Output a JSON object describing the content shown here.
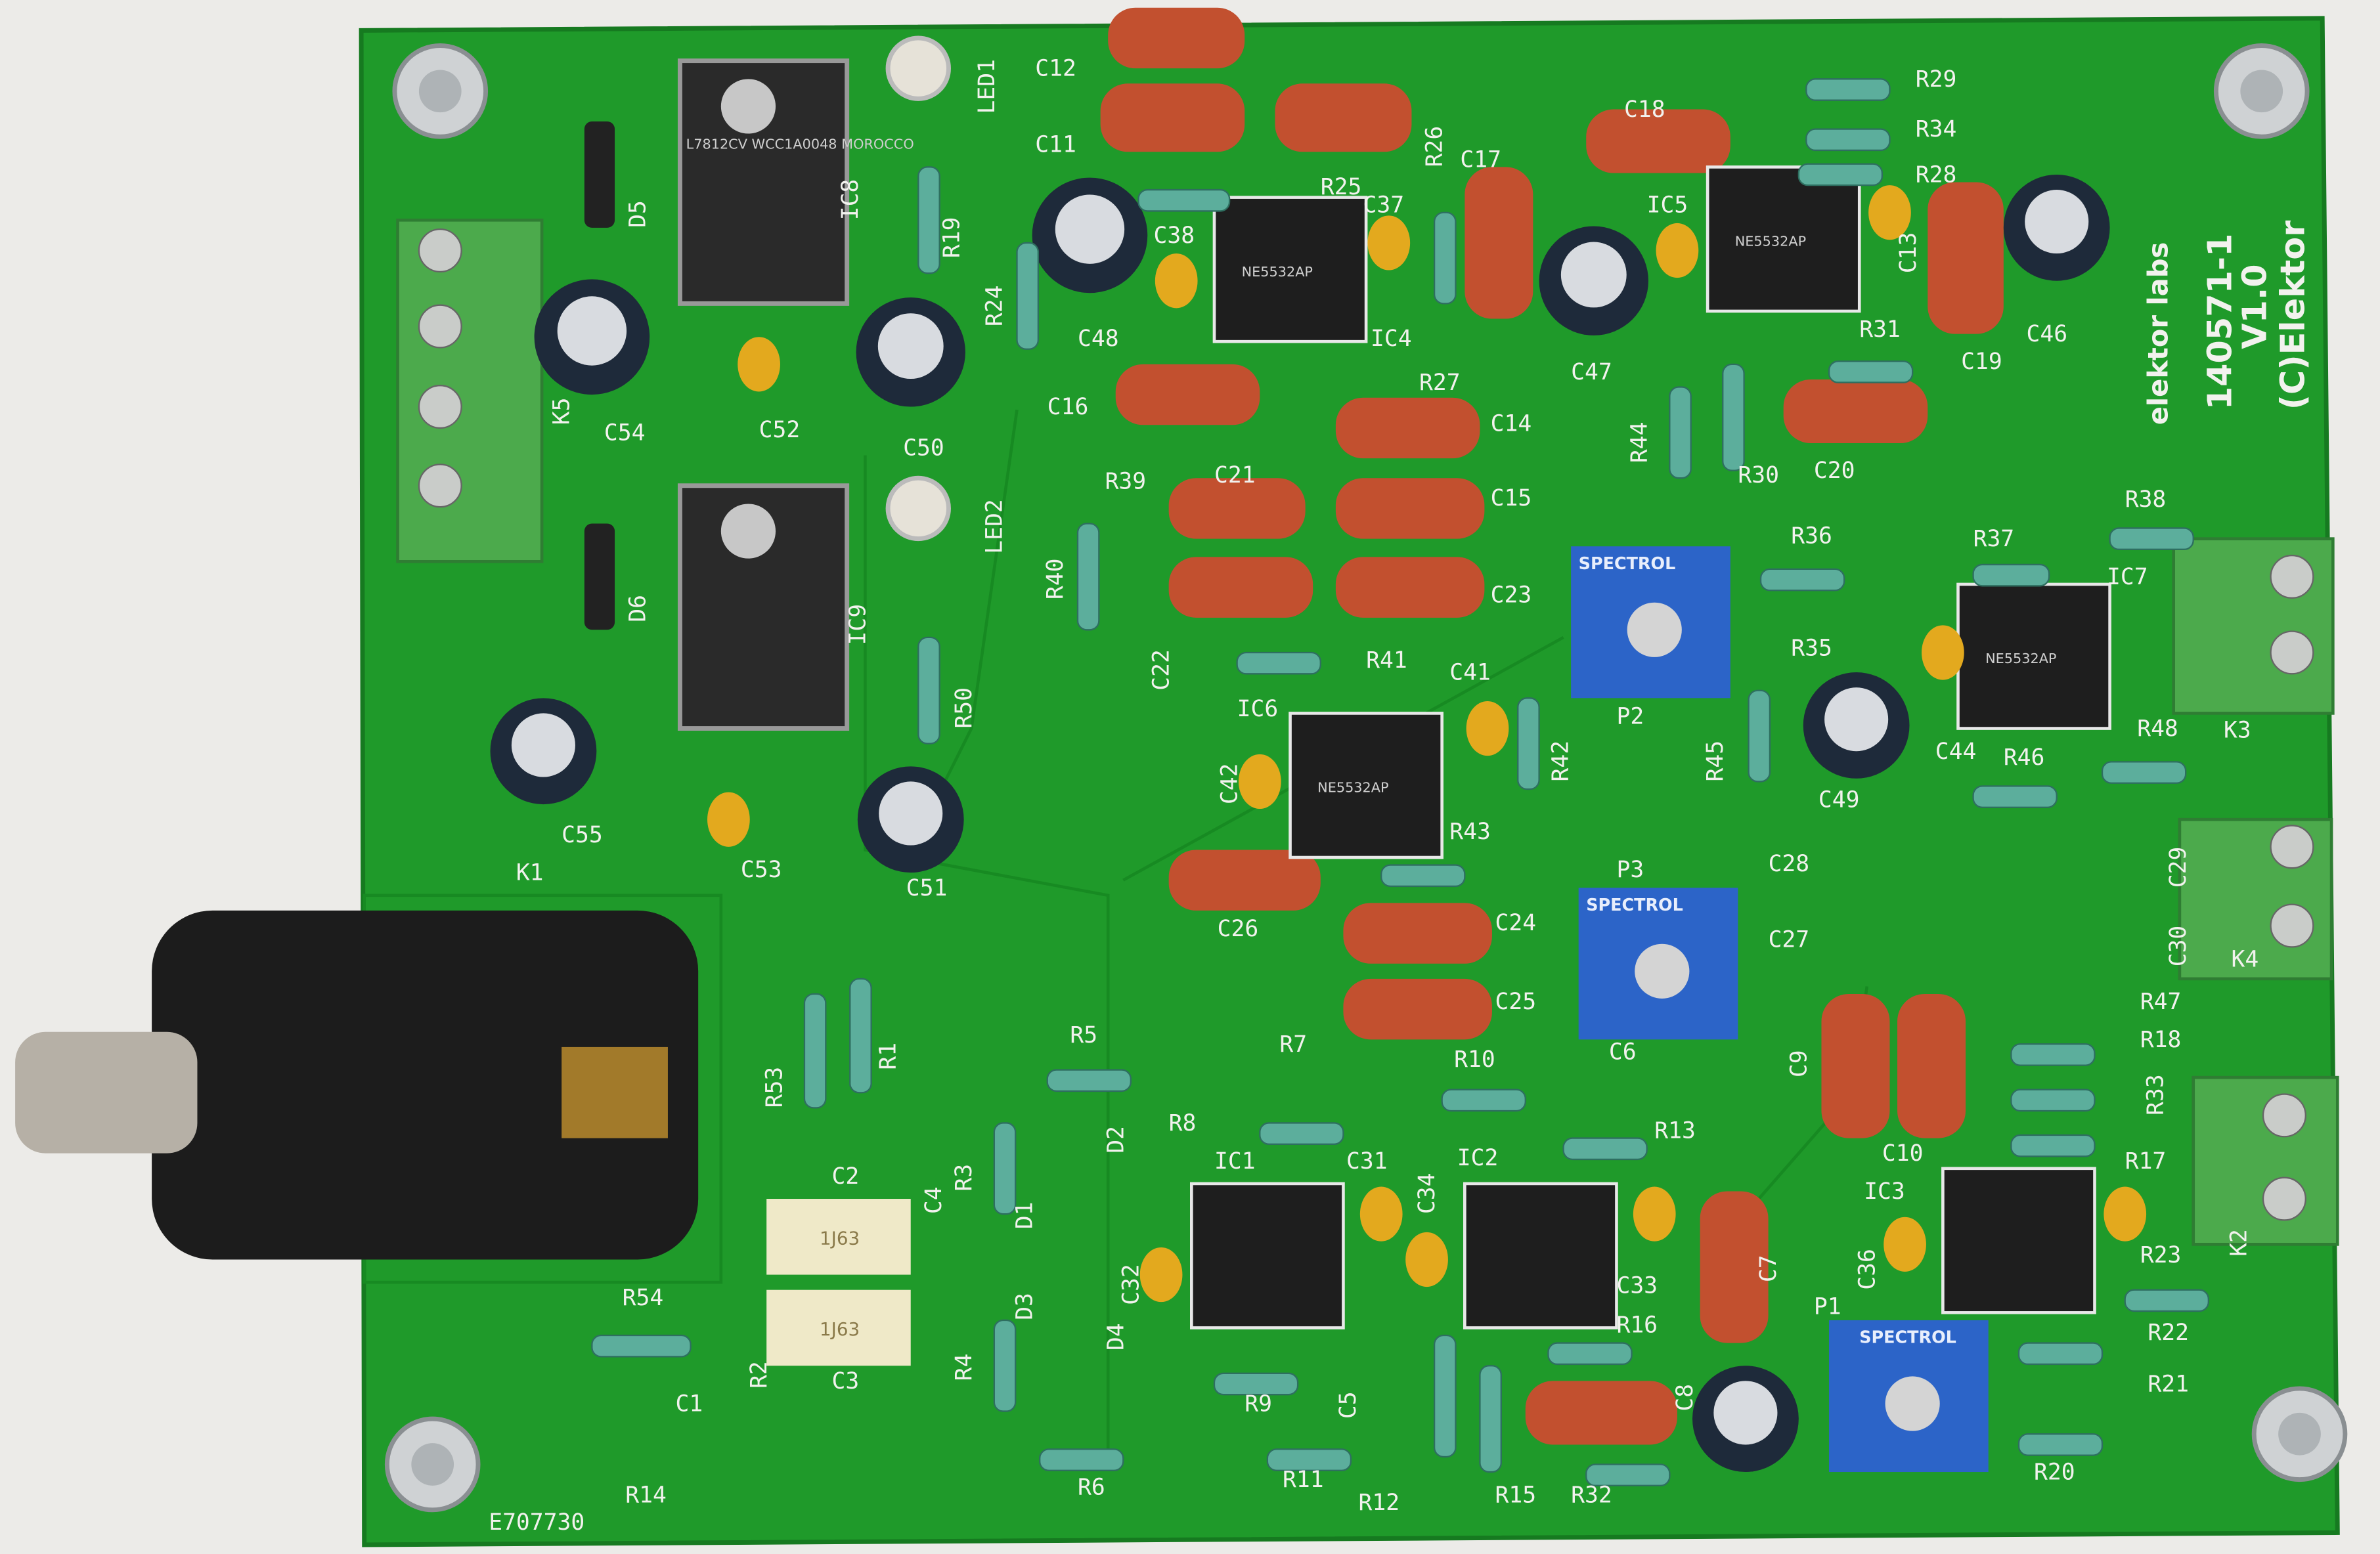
{
  "board": {
    "part_number": "140571-1",
    "version": "V1.0",
    "copyright": "(C)Elektor",
    "logo": "elektor labs",
    "serial": "E707730",
    "colors": {
      "pcb": "#1f9a2a",
      "silkscreen": "#f2f2ee",
      "film_cap": "#c2502f",
      "trimmer": "#2c64c8",
      "terminal": "#4caa4c",
      "background": "#ecebe8"
    }
  },
  "chips": {
    "ic8": "L7812CV WCC1A0048 MOROCCO",
    "opamp": "NE5532AP",
    "trimmer_brand": "SPECTROL",
    "film_cap_value": "1J63"
  },
  "labels": [
    "C12",
    "C11",
    "LED1",
    "IC8",
    "D5",
    "R19",
    "R24",
    "C48",
    "C38",
    "R25",
    "C37",
    "R26",
    "C17",
    "IC4",
    "C16",
    "R27",
    "C14",
    "C15",
    "C21",
    "R39",
    "R40",
    "C22",
    "R41",
    "C23",
    "K5",
    "C54",
    "C52",
    "C50",
    "LED2",
    "D6",
    "IC9",
    "R50",
    "C55",
    "C53",
    "C51",
    "K1",
    "IC6",
    "C41",
    "C42",
    "R42",
    "R43",
    "C26",
    "C24",
    "C25",
    "R53",
    "R1",
    "C2",
    "C3",
    "R2",
    "R54",
    "C1",
    "R14",
    "R3",
    "R4",
    "C4",
    "D1",
    "D2",
    "D3",
    "D4",
    "C32",
    "R5",
    "R6",
    "R7",
    "R8",
    "IC1",
    "C31",
    "R9",
    "C5",
    "R11",
    "R12",
    "C34",
    "IC2",
    "R10",
    "R13",
    "C33",
    "R16",
    "R15",
    "R32",
    "C8",
    "C6",
    "P3",
    "C7",
    "C10",
    "C9",
    "R18",
    "R33",
    "R17",
    "IC3",
    "C36",
    "R23",
    "R22",
    "R21",
    "P1",
    "R20",
    "R29",
    "R34",
    "C18",
    "R28",
    "IC5",
    "C13",
    "R31",
    "C19",
    "C46",
    "C47",
    "R44",
    "R30",
    "C20",
    "R38",
    "R36",
    "R37",
    "IC7",
    "R35",
    "P2",
    "R45",
    "C49",
    "C44",
    "R46",
    "R48",
    "K3",
    "C28",
    "C29",
    "C27",
    "C30",
    "R47",
    "K4",
    "K2"
  ]
}
